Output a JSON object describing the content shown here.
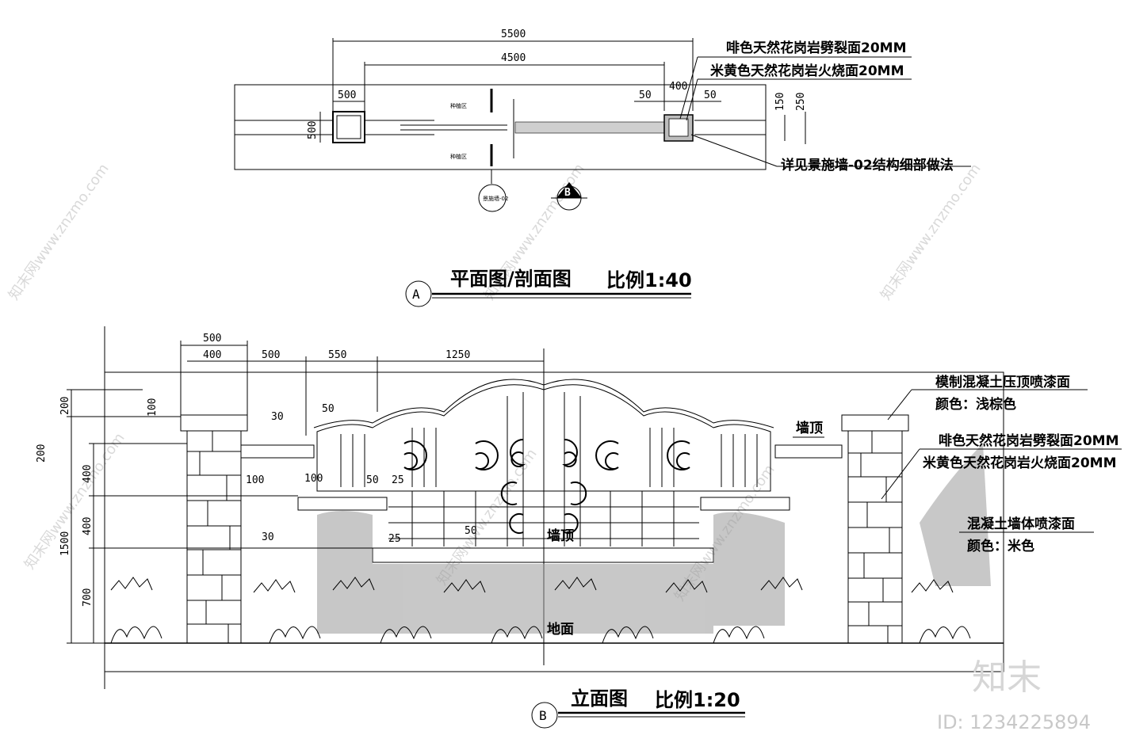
{
  "plan": {
    "dims_top": [
      "5500",
      "4500"
    ],
    "dims_row": [
      "500",
      "50",
      "400",
      "50"
    ],
    "dims_right": [
      "150",
      "250"
    ],
    "dim_left": "500",
    "labels": [
      "种植区",
      "种植区"
    ],
    "section_ref": "景施墙-02",
    "section_marker": "B",
    "notes": [
      "啡色天然花岗岩劈裂面20MM",
      "米黄色天然花岗岩火烧面20MM",
      "详见景施墙-02结构细部做法"
    ],
    "title": "平面图/剖面图",
    "scale": "比例1:40",
    "badge": "A"
  },
  "elevation": {
    "dims_top": [
      "500",
      "400",
      "500",
      "550",
      "1250"
    ],
    "dims_left": [
      "200",
      "200",
      "400",
      "400",
      "1500",
      "700"
    ],
    "dims_inner": [
      "100",
      "30",
      "50",
      "100",
      "30",
      "100",
      "50",
      "25",
      "25",
      "50"
    ],
    "notes": [
      "模制混凝土压顶喷漆面",
      "颜色：浅棕色",
      "啡色天然花岗岩劈裂面20MM",
      "米黄色天然花岗岩火烧面20MM",
      "混凝土墙体喷漆面",
      "颜色：米色"
    ],
    "labels": [
      "墙顶",
      "墙顶",
      "地面"
    ],
    "title": "立面图",
    "scale": "比例1:20",
    "badge": "B"
  },
  "watermark": {
    "brand": "知末",
    "id": "ID: 1234225894",
    "repeat": "知末网www.znzmo.com"
  },
  "icon_names": [
    "section-cut-marker-icon",
    "detail-callout-icon",
    "shrub-icon"
  ]
}
